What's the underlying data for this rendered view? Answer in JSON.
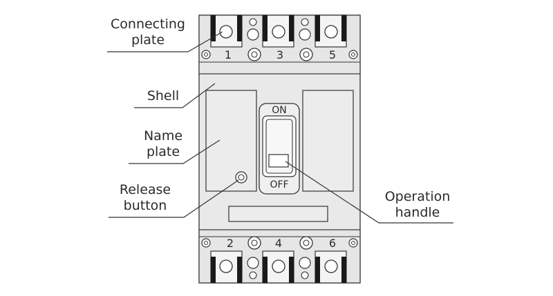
{
  "labels": {
    "connecting_plate": [
      "Connecting",
      "plate"
    ],
    "shell": "Shell",
    "name_plate": [
      "Name",
      "plate"
    ],
    "release_button": [
      "Release",
      "button"
    ],
    "operation_handle": [
      "Operation",
      "handle"
    ]
  },
  "terminals": {
    "top": [
      "1",
      "3",
      "5"
    ],
    "bottom": [
      "2",
      "4",
      "6"
    ]
  },
  "switch": {
    "on_label": "ON",
    "off_label": "OFF"
  },
  "colors": {
    "body_fill": "#e9e9e9",
    "line": "#333333",
    "terminal_bar": "#1a1a1a",
    "background": "#ffffff"
  }
}
